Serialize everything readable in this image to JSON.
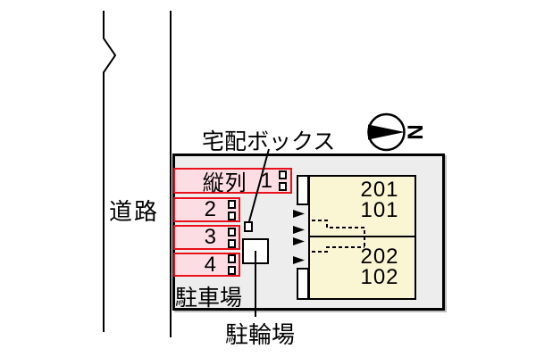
{
  "road": {
    "label": "道路"
  },
  "compass": {
    "letter": "N",
    "direction": "right"
  },
  "annotations": {
    "delivery_box": "宅配ボックス",
    "parking_lot": "駐車場",
    "bicycle_parking": "駐輪場"
  },
  "parking": {
    "spaces": [
      {
        "prefix": "縦列",
        "number": "1"
      },
      {
        "number": "2"
      },
      {
        "number": "3"
      },
      {
        "number": "4"
      }
    ]
  },
  "building": {
    "units": [
      {
        "rooms": [
          "201",
          "101"
        ]
      },
      {
        "rooms": [
          "202",
          "102"
        ]
      }
    ]
  },
  "colors": {
    "space_fill": "#FDDDE4",
    "space_border": "#E8101A",
    "building_fill": "#FAF5D2",
    "site_fill": "#EDEDED",
    "line": "#000000"
  }
}
